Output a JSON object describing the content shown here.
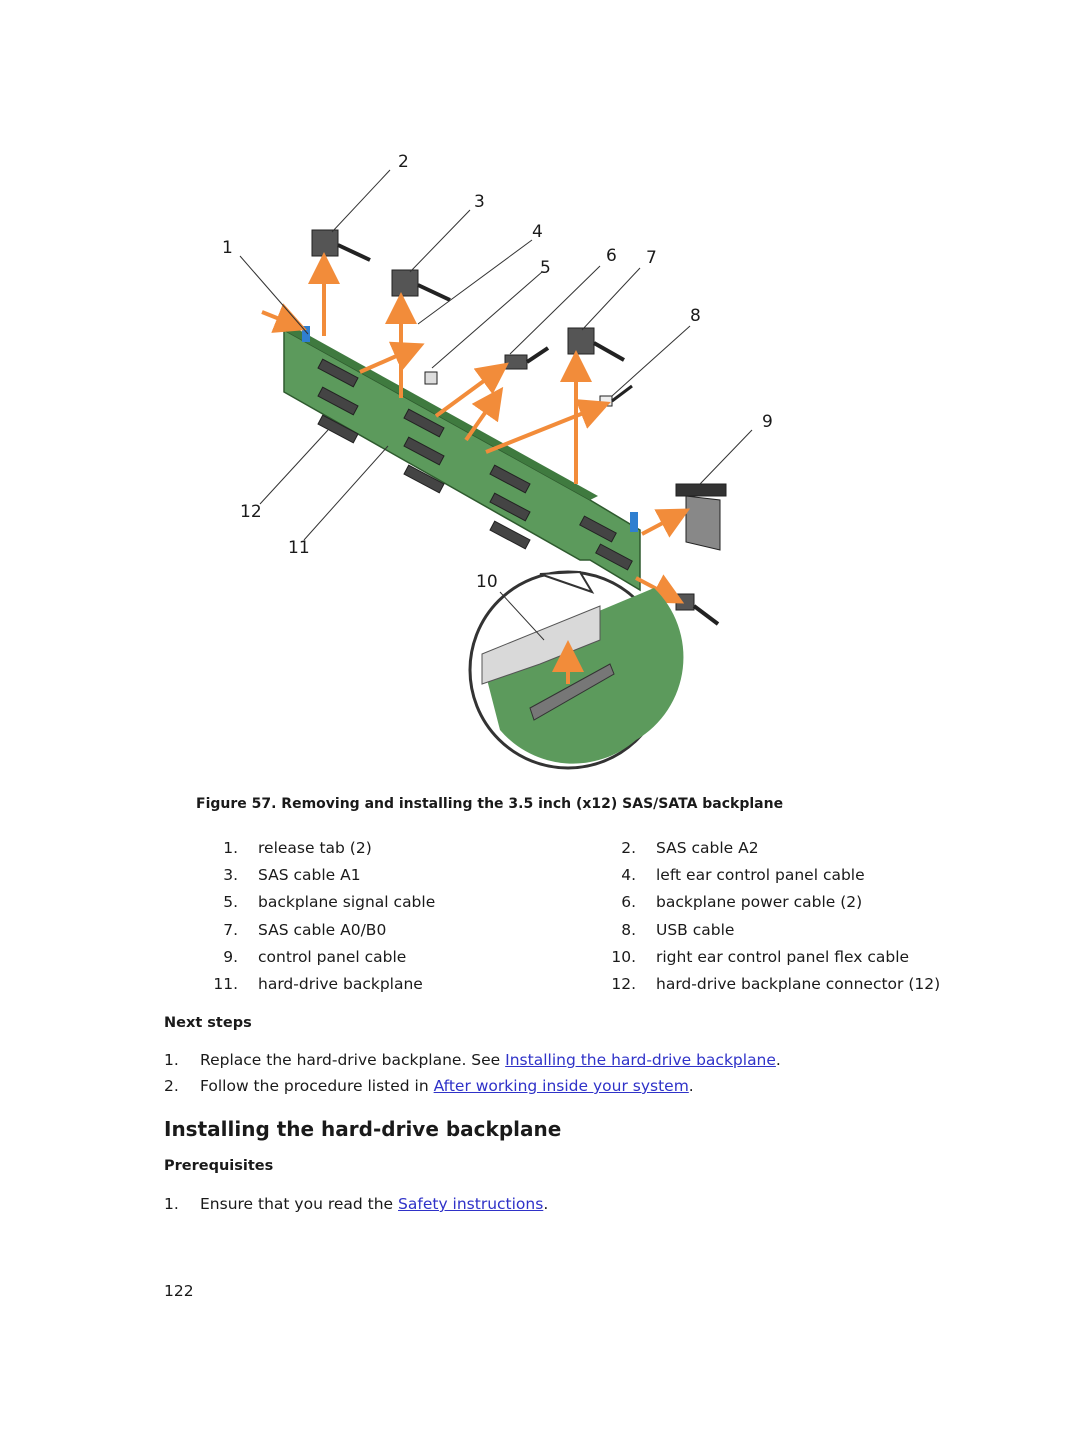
{
  "figure": {
    "callouts": [
      "1",
      "2",
      "3",
      "4",
      "5",
      "6",
      "7",
      "8",
      "9",
      "10",
      "11",
      "12"
    ],
    "caption": "Figure 57. Removing and installing the 3.5 inch (x12) SAS/SATA backplane",
    "colors": {
      "board": "#5c9a5c",
      "arrow": "#f28c3a",
      "release_tab": "#2f7fd0"
    }
  },
  "legend": [
    {
      "num": "1.",
      "label": "release tab (2)"
    },
    {
      "num": "2.",
      "label": "SAS cable A2"
    },
    {
      "num": "3.",
      "label": "SAS cable A1"
    },
    {
      "num": "4.",
      "label": "left ear control panel cable"
    },
    {
      "num": "5.",
      "label": "backplane signal cable"
    },
    {
      "num": "6.",
      "label": "backplane power cable (2)"
    },
    {
      "num": "7.",
      "label": "SAS cable A0/B0"
    },
    {
      "num": "8.",
      "label": "USB cable"
    },
    {
      "num": "9.",
      "label": "control panel cable"
    },
    {
      "num": "10.",
      "label": "right ear control panel flex cable"
    },
    {
      "num": "11.",
      "label": "hard-drive backplane"
    },
    {
      "num": "12.",
      "label": "hard-drive backplane connector (12)"
    }
  ],
  "next_steps": {
    "heading": "Next steps",
    "items": [
      {
        "num": "1.",
        "before": "Replace the hard-drive backplane. See ",
        "link": "Installing the hard-drive backplane",
        "after": "."
      },
      {
        "num": "2.",
        "before": "Follow the procedure listed in ",
        "link": "After working inside your system",
        "after": "."
      }
    ]
  },
  "section_title": "Installing the hard-drive backplane",
  "prerequisites": {
    "heading": "Prerequisites",
    "items": [
      {
        "num": "1.",
        "before": "Ensure that you read the ",
        "link": "Safety instructions",
        "after": "."
      }
    ]
  },
  "page_number": "122"
}
